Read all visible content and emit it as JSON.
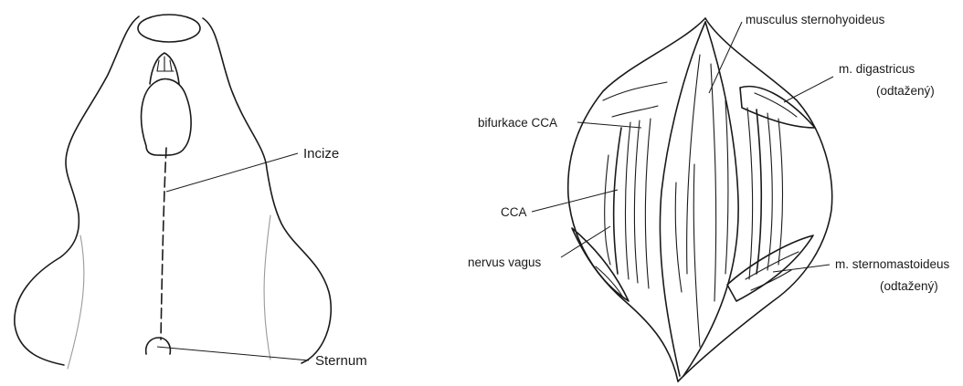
{
  "left_figure": {
    "labels": {
      "incision": "Incize",
      "sternum": "Sternum"
    }
  },
  "right_figure": {
    "labels": {
      "sternohyoid": "musculus sternohyoideus",
      "digastric": "m. digastricus",
      "digastric_note": "(odtažený)",
      "bifurcation": "bifurkace CCA",
      "cca": "CCA",
      "vagus": "nervus vagus",
      "sternomastoid": "m. sternomastoideus",
      "sternomastoid_note": "(odtažený)"
    }
  }
}
